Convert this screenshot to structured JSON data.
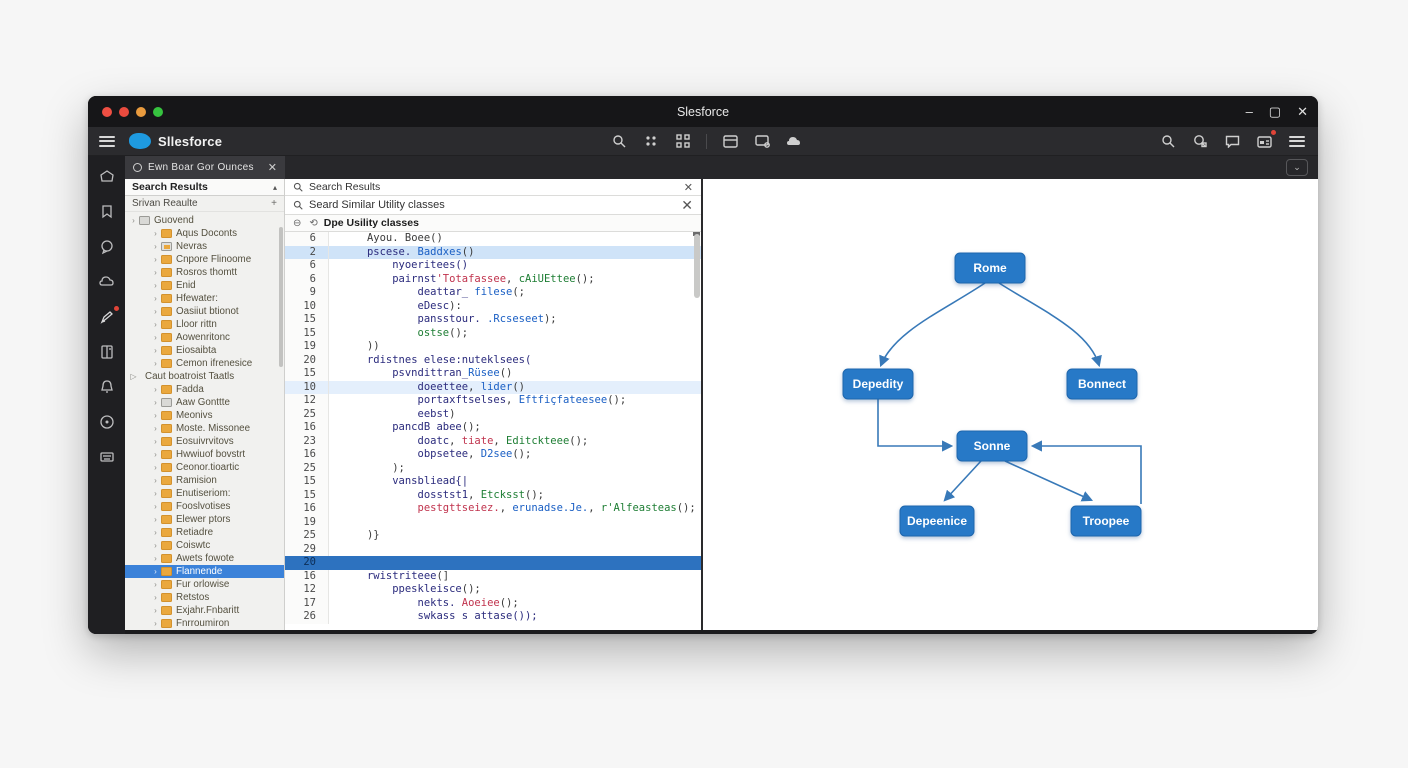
{
  "window": {
    "title": "Slesforce",
    "controls": {
      "minimize": "–",
      "maximize": "▢",
      "close": "✕"
    },
    "traffic_lights": [
      "#ef4f43",
      "#ea4b3e",
      "#e99b3e",
      "#36c33f"
    ]
  },
  "appbar": {
    "brand": "Sllesforce",
    "center_icons": [
      "search-icon",
      "dots-grid-icon",
      "small-grid-icon",
      "panel-icon",
      "panel-overlay-icon",
      "cloud-icon"
    ],
    "right_icons": [
      "search-icon",
      "search-settings-icon",
      "comment-icon",
      "apps-badge-icon",
      "menu-icon"
    ],
    "accent_color": "#1e9ae0",
    "notification_color": "#e04438"
  },
  "tabrow": {
    "tab": {
      "label": "Ewn Boar Gor Ounces",
      "close": "✕"
    },
    "chevron": "⌄"
  },
  "sidebar": {
    "items": [
      {
        "icon": "home"
      },
      {
        "icon": "bookmark"
      },
      {
        "icon": "chat"
      },
      {
        "icon": "cloud"
      },
      {
        "icon": "pen",
        "badge": true
      },
      {
        "icon": "document"
      },
      {
        "icon": "bell"
      },
      {
        "icon": "target"
      },
      {
        "icon": "keyboard"
      }
    ]
  },
  "explorer": {
    "header": "Search Results",
    "subheader": "Srivan Reaulte",
    "tree": [
      {
        "t": "Guovend",
        "lv": 0,
        "icon": "file-grey",
        "caret": "›"
      },
      {
        "t": "Aqus Doconts",
        "lv": 1,
        "icon": "folder",
        "caret": "›"
      },
      {
        "t": "Nevras",
        "lv": 1,
        "icon": "file-orange",
        "caret": "›"
      },
      {
        "t": "Cnpore Flinoome",
        "lv": 1,
        "icon": "folder",
        "caret": "›"
      },
      {
        "t": "Rosros thomtt",
        "lv": 1,
        "icon": "folder",
        "caret": "›"
      },
      {
        "t": "Enid",
        "lv": 1,
        "icon": "folder",
        "caret": "›"
      },
      {
        "t": "Hfewater:",
        "lv": 1,
        "icon": "folder",
        "caret": "›"
      },
      {
        "t": "Oasiiut btionot",
        "lv": 1,
        "icon": "folder",
        "caret": "›"
      },
      {
        "t": "Lloor rittn",
        "lv": 1,
        "icon": "folder",
        "caret": "›"
      },
      {
        "t": "Aowenritonc",
        "lv": 1,
        "icon": "folder",
        "caret": "›"
      },
      {
        "t": "Eiosaibta",
        "lv": 1,
        "icon": "folder",
        "caret": "›"
      },
      {
        "t": "Cemon ifrenesice",
        "lv": 1,
        "icon": "folder",
        "caret": "›"
      },
      {
        "t": "Caut boatroist Taatls",
        "lv": 0,
        "icon": "none",
        "caret": "▷"
      },
      {
        "t": "Fadda",
        "lv": 1,
        "icon": "folder",
        "caret": "›"
      },
      {
        "t": "Aaw Gonttte",
        "lv": 1,
        "icon": "file-grey",
        "caret": "›"
      },
      {
        "t": "Meonivs",
        "lv": 1,
        "icon": "folder",
        "caret": "›"
      },
      {
        "t": "Moste. Missonee",
        "lv": 1,
        "icon": "folder",
        "caret": "›"
      },
      {
        "t": "Eosuivrvitovs",
        "lv": 1,
        "icon": "folder",
        "caret": "›"
      },
      {
        "t": "Hwwiuof bovstrt",
        "lv": 1,
        "icon": "folder",
        "caret": "›"
      },
      {
        "t": "Ceonor.tioartic",
        "lv": 1,
        "icon": "folder",
        "caret": "›"
      },
      {
        "t": "Ramision",
        "lv": 1,
        "icon": "folder",
        "caret": "›"
      },
      {
        "t": "Enutiseriom:",
        "lv": 1,
        "icon": "folder",
        "caret": "›"
      },
      {
        "t": "Fooslvotises",
        "lv": 1,
        "icon": "folder",
        "caret": "›"
      },
      {
        "t": "Elewer ptors",
        "lv": 1,
        "icon": "folder",
        "caret": "›"
      },
      {
        "t": "Retiadre",
        "lv": 1,
        "icon": "folder",
        "caret": "›"
      },
      {
        "t": "Coiswtc",
        "lv": 1,
        "icon": "folder",
        "caret": "›"
      },
      {
        "t": "Awets fowote",
        "lv": 1,
        "icon": "folder",
        "caret": "›"
      },
      {
        "t": "Flannende",
        "lv": 1,
        "icon": "folder",
        "caret": "›",
        "sel": true
      },
      {
        "t": "Fur orlowise",
        "lv": 1,
        "icon": "folder",
        "caret": "›"
      },
      {
        "t": "Retstos",
        "lv": 1,
        "icon": "folder",
        "caret": "›"
      },
      {
        "t": "Exjahr.Fnbaritt",
        "lv": 1,
        "icon": "folder",
        "caret": "›"
      },
      {
        "t": "Fnrroumiron",
        "lv": 1,
        "icon": "folder",
        "caret": "›"
      }
    ]
  },
  "search_panel": {
    "row1": {
      "label": "Search Results",
      "close": "✕"
    },
    "row2": {
      "label": "Seard Similar Utility classes",
      "close": "✕"
    },
    "row3": {
      "label": "Dpe Usility classes",
      "icons": [
        "collapse-all-icon",
        "refresh-icon"
      ]
    }
  },
  "code": {
    "lines": [
      {
        "n": "6",
        "i": 1,
        "hl": "",
        "seg": [
          [
            "Ayou. Boee()",
            "d"
          ]
        ]
      },
      {
        "n": "2",
        "i": 1,
        "hl": "sel",
        "seg": [
          [
            "pscese. ",
            "k"
          ],
          [
            "Baddxes",
            "b"
          ],
          [
            "()",
            "d"
          ]
        ]
      },
      {
        "n": "6",
        "i": 2,
        "hl": "",
        "seg": [
          [
            "nyoeritees()",
            "k"
          ]
        ]
      },
      {
        "n": "6",
        "i": 2,
        "hl": "",
        "seg": [
          [
            "pairnst",
            "k"
          ],
          [
            "'Totafassee",
            "r"
          ],
          [
            ", ",
            "d"
          ],
          [
            "cAiUEttee",
            "g"
          ],
          [
            "();",
            "d"
          ]
        ]
      },
      {
        "n": "9",
        "i": 3,
        "hl": "",
        "seg": [
          [
            "deattar_ ",
            "k"
          ],
          [
            "filese",
            "b"
          ],
          [
            "(;",
            "d"
          ]
        ]
      },
      {
        "n": "10",
        "i": 3,
        "hl": "",
        "seg": [
          [
            "eDesc",
            "k"
          ],
          [
            "):",
            "d"
          ]
        ]
      },
      {
        "n": "15",
        "i": 3,
        "hl": "",
        "seg": [
          [
            "pansstour. ",
            "k"
          ],
          [
            ".Rcseseet",
            "b"
          ],
          [
            ");",
            "d"
          ]
        ]
      },
      {
        "n": "15",
        "i": 3,
        "hl": "",
        "seg": [
          [
            "ostse",
            "g"
          ],
          [
            "();",
            "d"
          ]
        ]
      },
      {
        "n": "19",
        "i": 1,
        "hl": "",
        "seg": [
          [
            "))",
            "d"
          ]
        ]
      },
      {
        "n": "20",
        "i": 1,
        "hl": "",
        "seg": [
          [
            "rdistnes elese:nuteklsees(",
            "k"
          ]
        ]
      },
      {
        "n": "15",
        "i": 2,
        "hl": "",
        "seg": [
          [
            "psvndittran_",
            "k"
          ],
          [
            "Rüsee",
            "b"
          ],
          [
            "()",
            "d"
          ]
        ]
      },
      {
        "n": "10",
        "i": 3,
        "hl": "soft",
        "seg": [
          [
            "doeettee",
            "k"
          ],
          [
            ", ",
            "d"
          ],
          [
            "lider",
            "b"
          ],
          [
            "()",
            "d"
          ]
        ]
      },
      {
        "n": "12",
        "i": 3,
        "hl": "",
        "seg": [
          [
            "portaxftselses",
            "k"
          ],
          [
            ", ",
            "d"
          ],
          [
            "Eftfiçfateesee",
            "b"
          ],
          [
            "();",
            "d"
          ]
        ]
      },
      {
        "n": "25",
        "i": 3,
        "hl": "",
        "seg": [
          [
            "eebst",
            "k"
          ],
          [
            ")",
            "d"
          ]
        ]
      },
      {
        "n": "16",
        "i": 2,
        "hl": "",
        "seg": [
          [
            "pancdB abee",
            "k"
          ],
          [
            "();",
            "d"
          ]
        ]
      },
      {
        "n": "23",
        "i": 3,
        "hl": "",
        "seg": [
          [
            "doatc",
            "k"
          ],
          [
            ", ",
            "d"
          ],
          [
            "tiate",
            "r"
          ],
          [
            ", ",
            "d"
          ],
          [
            "Editckteee",
            "g"
          ],
          [
            "();",
            "d"
          ]
        ]
      },
      {
        "n": "16",
        "i": 3,
        "hl": "",
        "seg": [
          [
            "obpsetee",
            "k"
          ],
          [
            ", ",
            "d"
          ],
          [
            "D2see",
            "b"
          ],
          [
            "();",
            "d"
          ]
        ]
      },
      {
        "n": "25",
        "i": 2,
        "hl": "",
        "seg": [
          [
            ");",
            "d"
          ]
        ]
      },
      {
        "n": "15",
        "i": 2,
        "hl": "",
        "seg": [
          [
            "vansbliead{|",
            "k"
          ]
        ]
      },
      {
        "n": "15",
        "i": 3,
        "hl": "",
        "seg": [
          [
            "dosstst1",
            "k"
          ],
          [
            ", ",
            "d"
          ],
          [
            "Etcksst",
            "g"
          ],
          [
            "();",
            "d"
          ]
        ]
      },
      {
        "n": "16",
        "i": 3,
        "hl": "",
        "seg": [
          [
            "pestgttseiez.",
            "r"
          ],
          [
            ", ",
            "d"
          ],
          [
            "erunadse.Je.",
            "b"
          ],
          [
            ", ",
            "d"
          ],
          [
            "r'Alfeasteas",
            "g"
          ],
          [
            "();",
            "d"
          ]
        ]
      },
      {
        "n": "19",
        "i": 0,
        "hl": "",
        "seg": []
      },
      {
        "n": "25",
        "i": 1,
        "hl": "",
        "seg": [
          [
            ")}",
            "d"
          ]
        ]
      },
      {
        "n": "29",
        "i": 0,
        "hl": "",
        "seg": []
      },
      {
        "n": "20",
        "i": 0,
        "hl": "full",
        "seg": []
      },
      {
        "n": "16",
        "i": 1,
        "hl": "",
        "seg": [
          [
            "rwistriteee",
            "k"
          ],
          [
            "(]",
            "d"
          ]
        ]
      },
      {
        "n": "12",
        "i": 2,
        "hl": "",
        "seg": [
          [
            "ppeskleisce",
            "k"
          ],
          [
            "();",
            "d"
          ]
        ]
      },
      {
        "n": "17",
        "i": 3,
        "hl": "",
        "seg": [
          [
            "nekts. ",
            "k"
          ],
          [
            "Aoeiee",
            "r"
          ],
          [
            "();",
            "d"
          ]
        ]
      },
      {
        "n": "26",
        "i": 3,
        "hl": "",
        "seg": [
          [
            "swkass s attase());",
            "k"
          ]
        ]
      }
    ]
  },
  "diagram": {
    "node_color": "#2779c7",
    "edge_color": "#3879b8",
    "nodes": [
      {
        "label": "Rome"
      },
      {
        "label": "Depedity"
      },
      {
        "label": "Bonnect"
      },
      {
        "label": "Sonne"
      },
      {
        "label": "Depeenice"
      },
      {
        "label": "Troopee"
      }
    ],
    "edges": [
      "Rome→Depedity",
      "Rome→Bonnect",
      "Depedity→Sonne",
      "Sonne→Depeenice",
      "Sonne→Troopee",
      "Troopee→Sonne"
    ]
  }
}
